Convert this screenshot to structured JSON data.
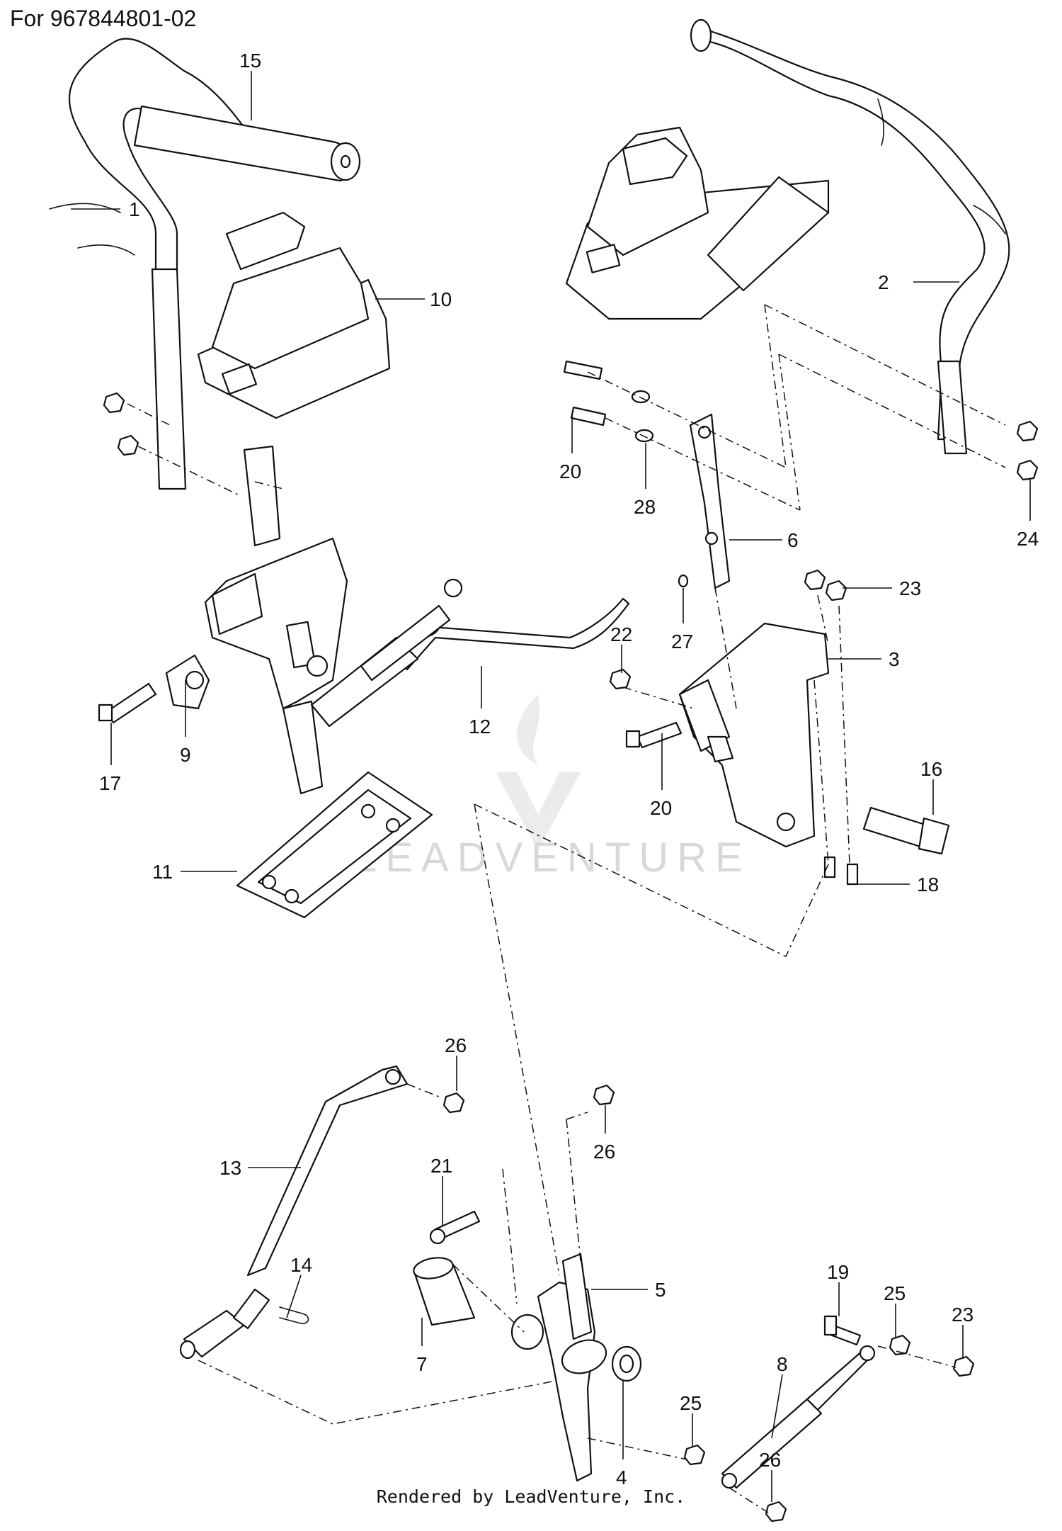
{
  "header": {
    "model": "For 967844801-02"
  },
  "footer": {
    "credit": "Rendered by LeadVenture, Inc."
  },
  "watermark": {
    "text": "LEADVENTURE"
  },
  "callouts": [
    {
      "id": "c15",
      "label": "15"
    },
    {
      "id": "c1",
      "label": "1"
    },
    {
      "id": "c10",
      "label": "10"
    },
    {
      "id": "c2",
      "label": "2"
    },
    {
      "id": "c20a",
      "label": "20"
    },
    {
      "id": "c28",
      "label": "28"
    },
    {
      "id": "c24",
      "label": "24"
    },
    {
      "id": "c6",
      "label": "6"
    },
    {
      "id": "c23a",
      "label": "23"
    },
    {
      "id": "c27",
      "label": "27"
    },
    {
      "id": "c22",
      "label": "22"
    },
    {
      "id": "c3",
      "label": "3"
    },
    {
      "id": "c12",
      "label": "12"
    },
    {
      "id": "c9",
      "label": "9"
    },
    {
      "id": "c17",
      "label": "17"
    },
    {
      "id": "c20b",
      "label": "20"
    },
    {
      "id": "c16",
      "label": "16"
    },
    {
      "id": "c11",
      "label": "11"
    },
    {
      "id": "c18",
      "label": "18"
    },
    {
      "id": "c26a",
      "label": "26"
    },
    {
      "id": "c26b",
      "label": "26"
    },
    {
      "id": "c13",
      "label": "13"
    },
    {
      "id": "c21",
      "label": "21"
    },
    {
      "id": "c5",
      "label": "5"
    },
    {
      "id": "c14",
      "label": "14"
    },
    {
      "id": "c19",
      "label": "19"
    },
    {
      "id": "c25a",
      "label": "25"
    },
    {
      "id": "c23b",
      "label": "23"
    },
    {
      "id": "c7",
      "label": "7"
    },
    {
      "id": "c8",
      "label": "8"
    },
    {
      "id": "c25b",
      "label": "25"
    },
    {
      "id": "c26c",
      "label": "26"
    },
    {
      "id": "c4",
      "label": "4"
    }
  ]
}
